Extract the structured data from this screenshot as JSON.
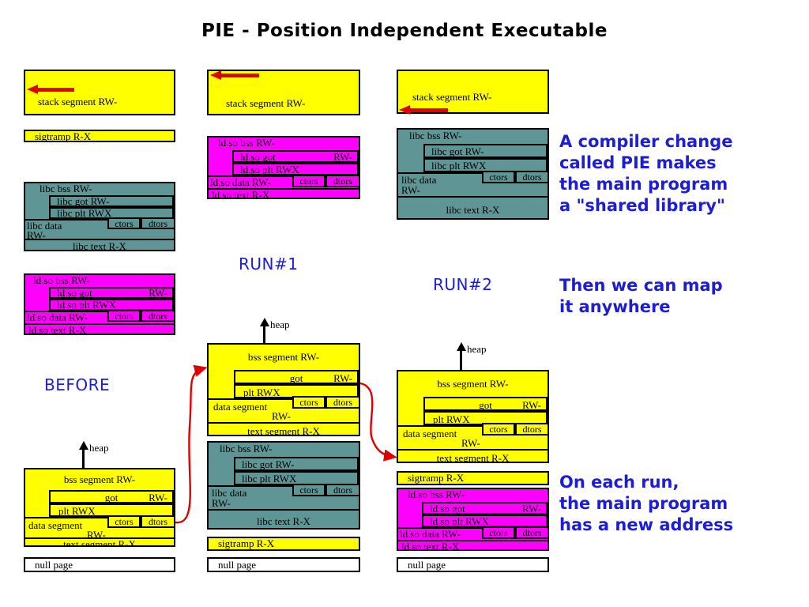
{
  "title": "PIE - Position Independent Executable",
  "colors": {
    "yellow": "#ffff00",
    "teal": "#5f9595",
    "magenta": "#ff00ff",
    "white": "#ffffff",
    "blue_text": "#1d1dd6",
    "red_arrow": "#e00000",
    "black": "#000000"
  },
  "labels": {
    "before": "BEFORE",
    "run1": "RUN#1",
    "run2": "RUN#2",
    "heap": "heap"
  },
  "notes": {
    "note1": "A compiler change\ncalled PIE makes\nthe main program\na \"shared library\"",
    "note2": "Then we can map\nit anywhere",
    "note3": "On each run,\nthe main program\nhas a new address"
  },
  "segments": {
    "stack": "stack segment RW-",
    "sigtramp": "sigtramp R-X",
    "null_page": "null page",
    "bss": "bss segment RW-",
    "got": "got",
    "got_perm": "RW-",
    "plt": "plt  RWX",
    "ctors": "ctors",
    "dtors": "dtors",
    "data": "data segment",
    "data_perm": "RW-",
    "text": "text segment R-X",
    "libc_bss": "libc bss RW-",
    "libc_got": "libc got   RW-",
    "libc_plt": "libc plt   RWX",
    "libc_data": "libc data",
    "libc_data_perm": "RW-",
    "libc_text": "libc text R-X",
    "ldso_bss": "ld.so bss RW-",
    "ldso_got": "ld.so got",
    "ldso_got_perm": "RW-",
    "ldso_plt": "ld.so plt   RWX",
    "ldso_data": "ld.so data RW-",
    "ldso_text": "ld.so text  R-X"
  },
  "columns": [
    {
      "id": "before",
      "caption": "BEFORE",
      "blocks": [
        "stack segment RW-",
        "sigtramp R-X",
        "libc",
        "ld.so",
        "main program",
        "null page"
      ]
    },
    {
      "id": "run1",
      "caption": "RUN#1",
      "blocks": [
        "stack segment RW-",
        "ld.so",
        "main program",
        "libc",
        "sigtramp R-X",
        "null page"
      ]
    },
    {
      "id": "run2",
      "caption": "RUN#2",
      "blocks": [
        "stack segment RW-",
        "libc",
        "main program",
        "sigtramp R-X",
        "ld.so",
        "null page"
      ]
    }
  ]
}
